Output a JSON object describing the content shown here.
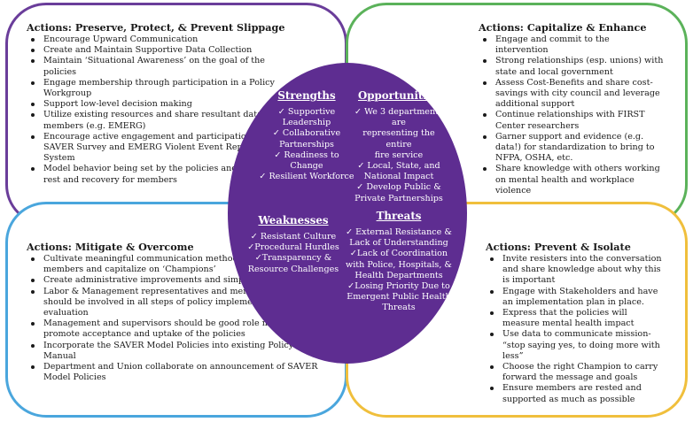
{
  "quadrants": {
    "top_left": {
      "title": "Actions: Preserve, Protect, & Prevent Slippage",
      "items": [
        "Encourage Upward Communication",
        "Create and Maintain Supportive Data Collection",
        "Maintain ‘Situational Awareness’ on the goal of the policies",
        "Engage membership through participation in a Policy Workgroup",
        "Support low-level decision making",
        "Utilize existing resources and share resultant data with members (e.g. EMERG)",
        "Encourage active engagement and participation in the SAVER Survey and EMERG Violent Event Reporting System",
        "Model behavior being set by the policies and encourage rest and recovery for members"
      ]
    },
    "top_right": {
      "title": "Actions: Capitalize & Enhance",
      "items": [
        "Engage and commit to the intervention",
        "Strong relationships (esp. unions) with state and local government",
        "Assess Cost-Benefits and share cost-savings with city council and leverage additional support",
        "Continue relationships with FIRST Center researchers",
        "Garner support and evidence (e.g. data!) for standardization to bring to NFPA, OSHA, etc.",
        "Share knowledge with others working on mental health and workplace violence"
      ]
    },
    "bottom_left": {
      "title": "Actions: Mitigate & Overcome",
      "items": [
        "Cultivate meaningful communication methods to reach all members and capitalize on ‘Champions’",
        "Create administrative improvements and simplification",
        "Labor & Management representatives and members of all ranks should be involved in all steps of policy implementation and evaluation",
        "Management and supervisors should be good role models and promote acceptance and uptake of the policies",
        "Incorporate the SAVER Model Policies into existing Policy Manual",
        "Department and Union collaborate on announcement of SAVER Model Policies"
      ]
    },
    "bottom_right": {
      "title": "Actions: Prevent & Isolate",
      "items": [
        "Invite resisters into the conversation and share knowledge about why this is important",
        "Engage with Stakeholders and have an implementation plan in place.",
        "Express that the policies will measure mental health impact",
        "Use data to communicate mission- “stop saying yes, to doing more with less”",
        "Choose the right Champion to carry forward the message and goals",
        "Ensure members are rested and supported as much as possible"
      ]
    }
  },
  "swot": {
    "strengths": {
      "title": "Strengths",
      "items": [
        "✓ Supportive\nLeadership",
        "✓ Collaborative\nPartnerships",
        "✓ Readiness to Change",
        "✓ Resilient Workforce"
      ]
    },
    "opportunities": {
      "title": "Opportunities",
      "items": [
        "✓ We 3 departments are\nrepresenting the entire\nfire service",
        "✓ Local, State, and\nNational Impact",
        "✓ Develop Public &\nPrivate Partnerships"
      ]
    },
    "weaknesses": {
      "title": "Weaknesses",
      "items": [
        "✓ Resistant Culture",
        "✓Procedural Hurdles",
        "✓Transparency &\nResource Challenges"
      ]
    },
    "threats": {
      "title": "Threats",
      "items": [
        "✓ External Resistance &\nLack of Understanding",
        "✓Lack of Coordination\nwith Police, Hospitals, &\nHealth Departments",
        "✓Losing Priority Due to\nEmergent Public Health\nThreats"
      ]
    }
  },
  "colors": {
    "top_left_border": "#6a3d9a",
    "top_right_border": "#5bb25a",
    "bottom_left_border": "#4aa6dd",
    "bottom_right_border": "#f0bf3c",
    "circle_fill": "#5e2d91"
  }
}
